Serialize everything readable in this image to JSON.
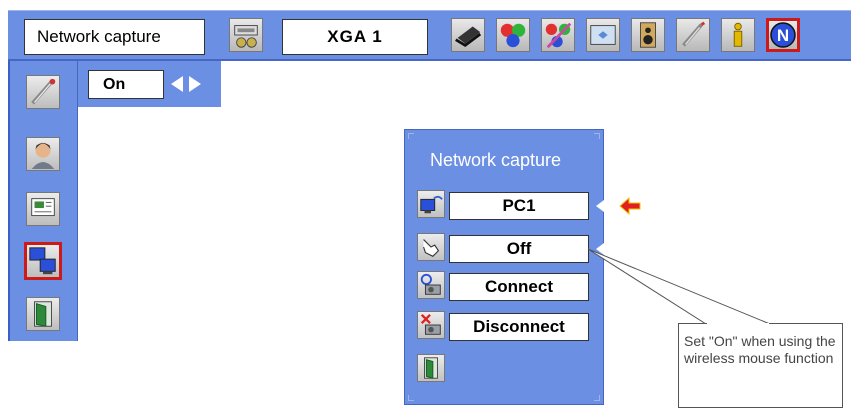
{
  "menubar": {
    "title": "Network capture",
    "source": "XGA 1",
    "icons": [
      "input-icon",
      "laptop-icon",
      "color-balls-icon",
      "pencil-color-icon",
      "screen-icon",
      "speaker-icon",
      "tools-icon",
      "info-icon",
      "network-icon"
    ]
  },
  "left_panel": {
    "value": "On",
    "icons": [
      "setting-tools-icon",
      "person-icon",
      "presentation-icon",
      "network-pc-icon",
      "exit-door-icon"
    ]
  },
  "dialog": {
    "title": "Network capture",
    "rows": [
      {
        "label": "PC1"
      },
      {
        "label": "Off"
      },
      {
        "label": "Connect"
      },
      {
        "label": "Disconnect"
      }
    ]
  },
  "callout": {
    "text": "Set \"On\" when using the wireless mouse function"
  },
  "colors": {
    "panel": "#6b8fe3",
    "highlight": "#cc1a1a",
    "pointer": "#e02020"
  }
}
